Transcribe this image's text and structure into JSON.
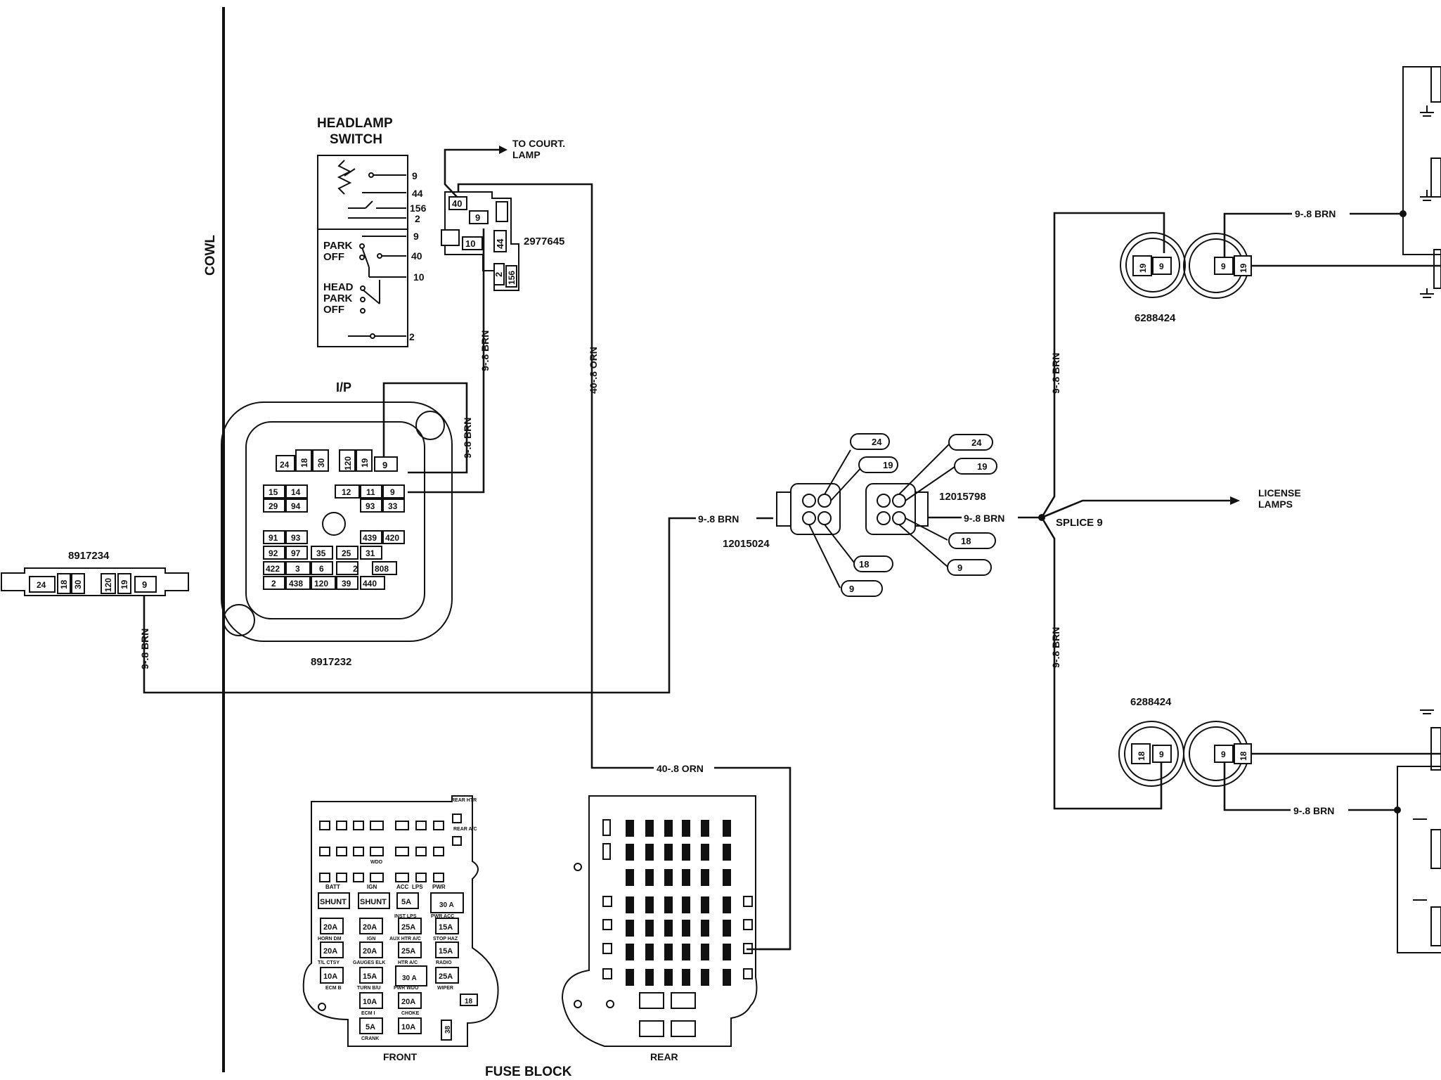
{
  "labels": {
    "cowl": "COWL",
    "headlamp_switch_line1": "HEADLAMP",
    "headlamp_switch_line2": "SWITCH",
    "to_court_lamp_line1": "TO COURT.",
    "to_court_lamp_line2": "LAMP",
    "ip": "I/P",
    "license_lamps_line1": "LICENSE",
    "license_lamps_line2": "LAMPS",
    "splice": "SPLICE 9",
    "fuse_block": "FUSE BLOCK",
    "front": "FRONT",
    "rear": "REAR"
  },
  "part_numbers": {
    "switch_connector": "2977645",
    "ip_connector": "8917232",
    "left_connector": "8917234",
    "mid_connector_left": "12015024",
    "mid_connector_right": "12015798",
    "lamp_socket_top": "6288424",
    "lamp_socket_bottom": "6288424"
  },
  "wires": {
    "brn": "9-.8 BRN",
    "orn": "40-.8 ORN"
  },
  "headlamp_switch": {
    "terminals": [
      "9",
      "44",
      "156",
      "2",
      "9",
      "40",
      "10",
      "2"
    ],
    "park_off_1": "PARK",
    "park_off_2": "OFF",
    "head_park_off_1": "HEAD",
    "head_park_off_2": "PARK",
    "head_park_off_3": "OFF"
  },
  "switch_connector_cavities": [
    "40",
    "9",
    "10",
    "44",
    "2",
    "156"
  ],
  "ip_connector_rows": {
    "row1": [
      "24",
      "18",
      "30",
      "120",
      "19",
      "9"
    ],
    "row2a": [
      "15",
      "14",
      "",
      "12",
      "11",
      "9"
    ],
    "row2b": [
      "29",
      "94",
      "",
      "93",
      "33"
    ],
    "row3": [
      "91",
      "93",
      "",
      "439",
      "420"
    ],
    "row4": [
      "92",
      "97",
      "35",
      "25",
      "31"
    ],
    "row5": [
      "422",
      "3",
      "6",
      "2",
      "808"
    ],
    "row6": [
      "2",
      "438",
      "120",
      "39",
      "440"
    ]
  },
  "left_connector_cavities": [
    "24",
    "18",
    "30",
    "120",
    "19",
    "9"
  ],
  "mid_connector_callouts_left": [
    "24",
    "19",
    "18",
    "9"
  ],
  "mid_connector_callouts_right": [
    "24",
    "19",
    "18",
    "9"
  ],
  "lamp_socket_cavities_top": [
    "19",
    "9",
    "9",
    "19"
  ],
  "lamp_socket_cavities_bottom": [
    "18",
    "9",
    "9",
    "18"
  ],
  "fuse_front": {
    "col_headers": [
      "BATT",
      "IGN",
      "ACC",
      "LPS",
      "PWR"
    ],
    "shunt": "SHUNT",
    "ratings": [
      "5A",
      "30 A",
      "20A",
      "20A",
      "25A",
      "15A",
      "20A",
      "20A",
      "25A",
      "15A",
      "10A",
      "15A",
      "30 A",
      "25A",
      "10A",
      "20A",
      "5A",
      "10A"
    ],
    "circuits": [
      "INST LPS",
      "PWR ACC",
      "HORN DM",
      "IGN",
      "AUX HTR A/C",
      "STOP HAZ",
      "T/L CTSY",
      "GAUGES ELK",
      "HTR A/C",
      "RADIO",
      "ECM B",
      "TURN B/U",
      "PWR WDO",
      "WIPER",
      "ECM I",
      "CHOKE",
      "CRANK"
    ],
    "small_tags": [
      "18",
      "38"
    ],
    "side_tags": [
      "REAR HTR",
      "REAR A/C",
      "WDO"
    ]
  }
}
